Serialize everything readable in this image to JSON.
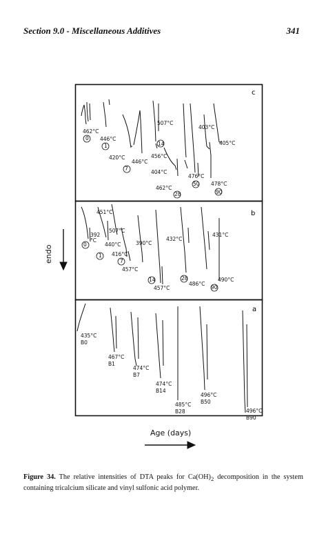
{
  "header": {
    "section_title": "Section 9.0 - Miscellaneous Additives",
    "page_number": "341"
  },
  "figure": {
    "y_axis_label": "endo",
    "x_axis_label": "Age (days)",
    "panels": [
      {
        "id": "c",
        "labels": [
          {
            "text": "462°C"
          },
          {
            "text": "0"
          },
          {
            "text": "446°C"
          },
          {
            "text": "1"
          },
          {
            "text": "420°C"
          },
          {
            "text": "446°C"
          },
          {
            "text": "7"
          },
          {
            "text": "507°C"
          },
          {
            "text": "456°C"
          },
          {
            "text": "14"
          },
          {
            "text": "404°C"
          },
          {
            "text": "462°C"
          },
          {
            "text": "28"
          },
          {
            "text": "403°C"
          },
          {
            "text": "476°C"
          },
          {
            "text": "50"
          },
          {
            "text": "405°C"
          },
          {
            "text": "478°C"
          },
          {
            "text": "90"
          }
        ]
      },
      {
        "id": "b",
        "labels": [
          {
            "text": "451°C"
          },
          {
            "text": "392"
          },
          {
            "text": "°C"
          },
          {
            "text": "0"
          },
          {
            "text": "507°C"
          },
          {
            "text": "440°C"
          },
          {
            "text": "1"
          },
          {
            "text": "416°C"
          },
          {
            "text": "7"
          },
          {
            "text": "457°C"
          },
          {
            "text": "390°C"
          },
          {
            "text": "14"
          },
          {
            "text": "457°C"
          },
          {
            "text": "432°C"
          },
          {
            "text": "28"
          },
          {
            "text": "486°C"
          },
          {
            "text": "431°C"
          },
          {
            "text": "490°C"
          },
          {
            "text": "90"
          }
        ]
      },
      {
        "id": "a",
        "labels": [
          {
            "text": "435°C"
          },
          {
            "text": "B0"
          },
          {
            "text": "467°C"
          },
          {
            "text": "B1"
          },
          {
            "text": "474°C"
          },
          {
            "text": "B7"
          },
          {
            "text": "474°C"
          },
          {
            "text": "B14"
          },
          {
            "text": "485°C"
          },
          {
            "text": "B28"
          },
          {
            "text": "496°C"
          },
          {
            "text": "B50"
          },
          {
            "text": "496°C"
          },
          {
            "text": "B90"
          }
        ]
      }
    ]
  },
  "caption": {
    "label": "Figure 34.",
    "text_before": " The relative intensities of DTA peaks for Ca(OH)",
    "subscript": "2",
    "text_after": " decomposition in the system containing tricalcium silicate and vinyl sulfonic acid polymer."
  }
}
